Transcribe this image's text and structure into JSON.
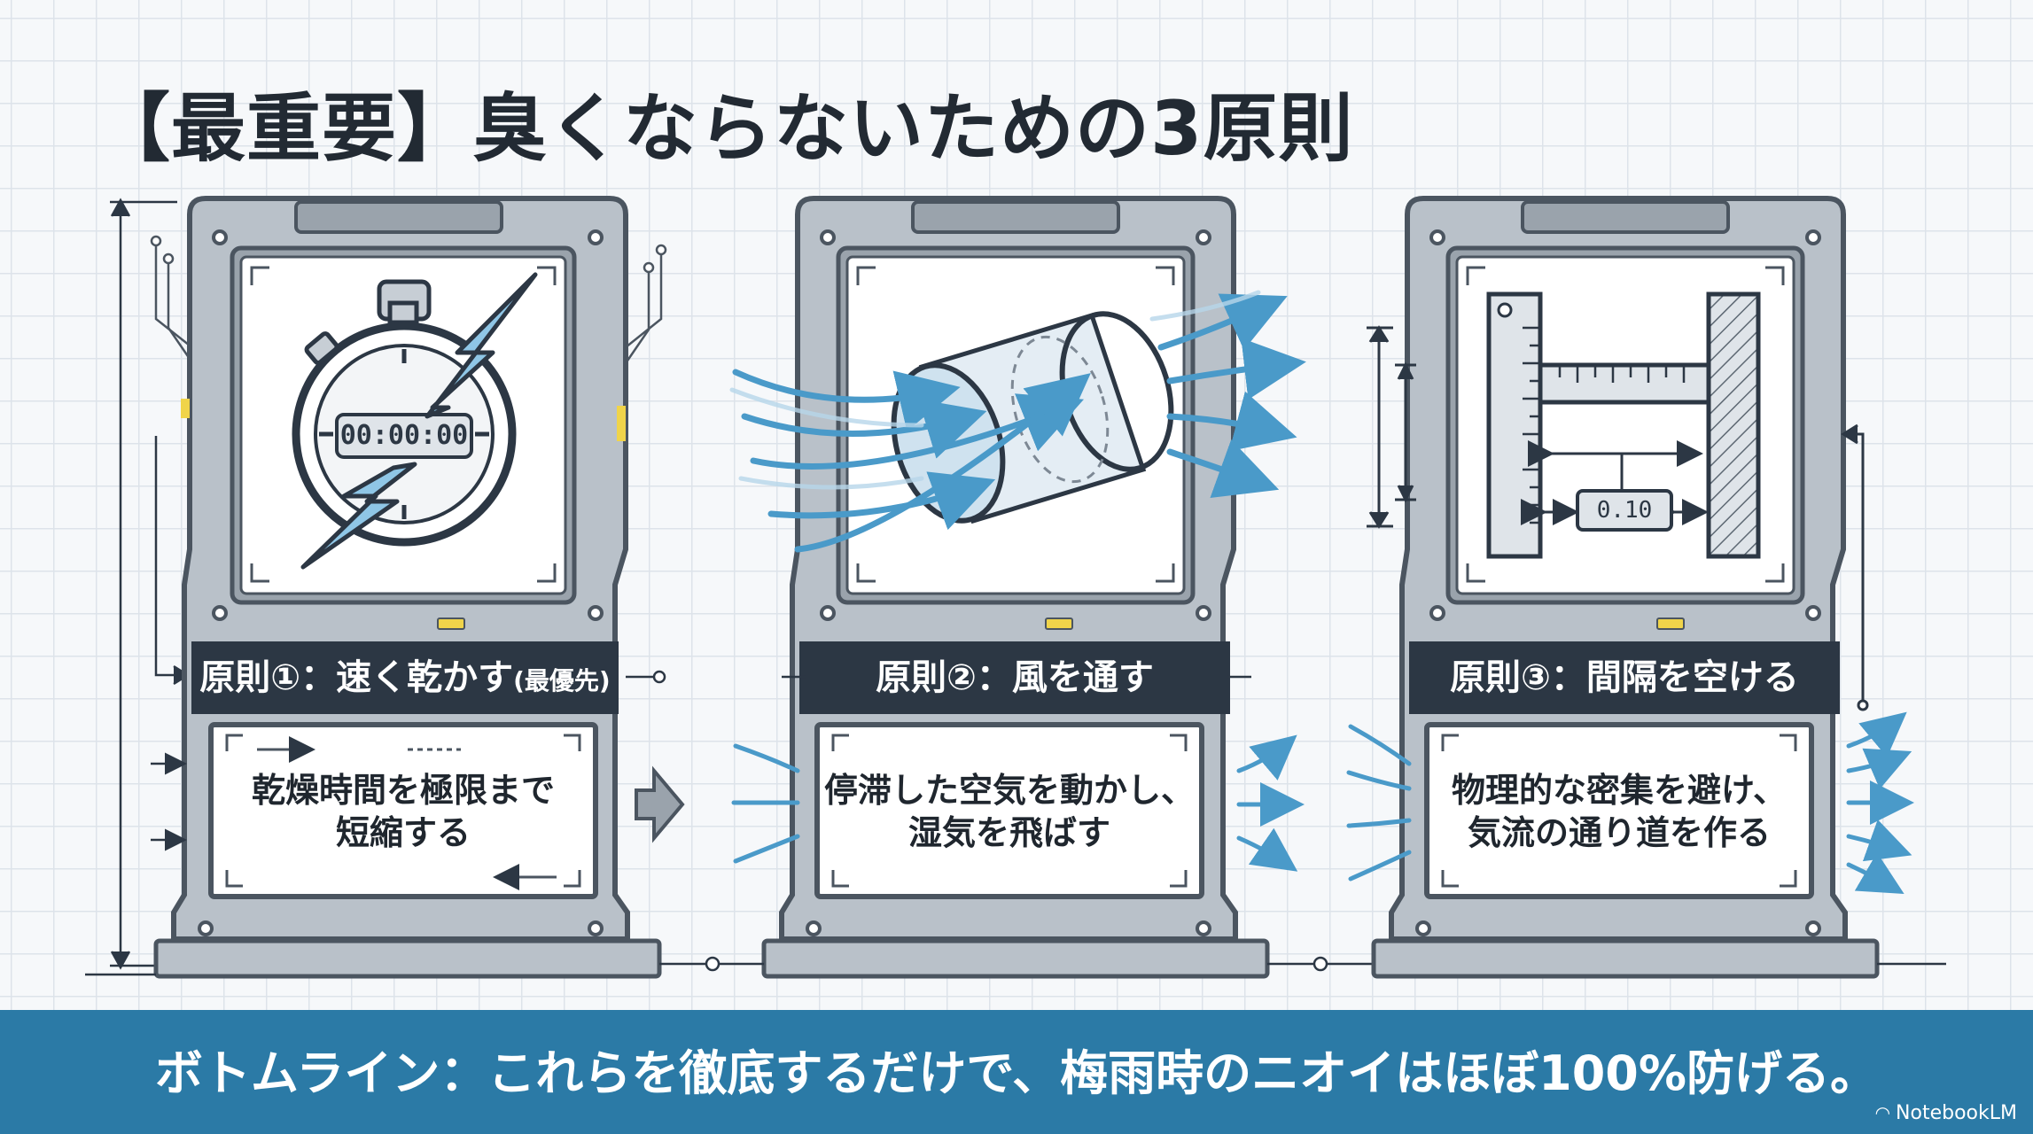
{
  "title": "【最重要】臭くならないための3原則",
  "principles": [
    {
      "label": "原則①：速く乾かす",
      "label_note": "(最優先)",
      "desc_line1": "乾燥時間を極限まで",
      "desc_line2": "短縮する",
      "icon": "stopwatch-lightning-icon",
      "display_value": "00:00:00"
    },
    {
      "label": "原則②：風を通す",
      "label_note": "",
      "desc_line1": "停滞した空気を動かし、",
      "desc_line2": "湿気を飛ばす",
      "icon": "airflow-cylinder-icon"
    },
    {
      "label": "原則③：間隔を空ける",
      "label_note": "",
      "desc_line1": "物理的な密集を避け、",
      "desc_line2": "気流の通り道を作る",
      "icon": "ruler-spacing-icon",
      "display_value": "0.10"
    }
  ],
  "bottom_line": "ボトムライン：これらを徹底するだけで、梅雨時のニオイはほぼ100%防げる。",
  "brand": "NotebookLM",
  "colors": {
    "banner": "#2b7aa6",
    "label_bar": "#2c3744",
    "frame": "#b9c1c9",
    "airflow": "#4a9ac9"
  }
}
